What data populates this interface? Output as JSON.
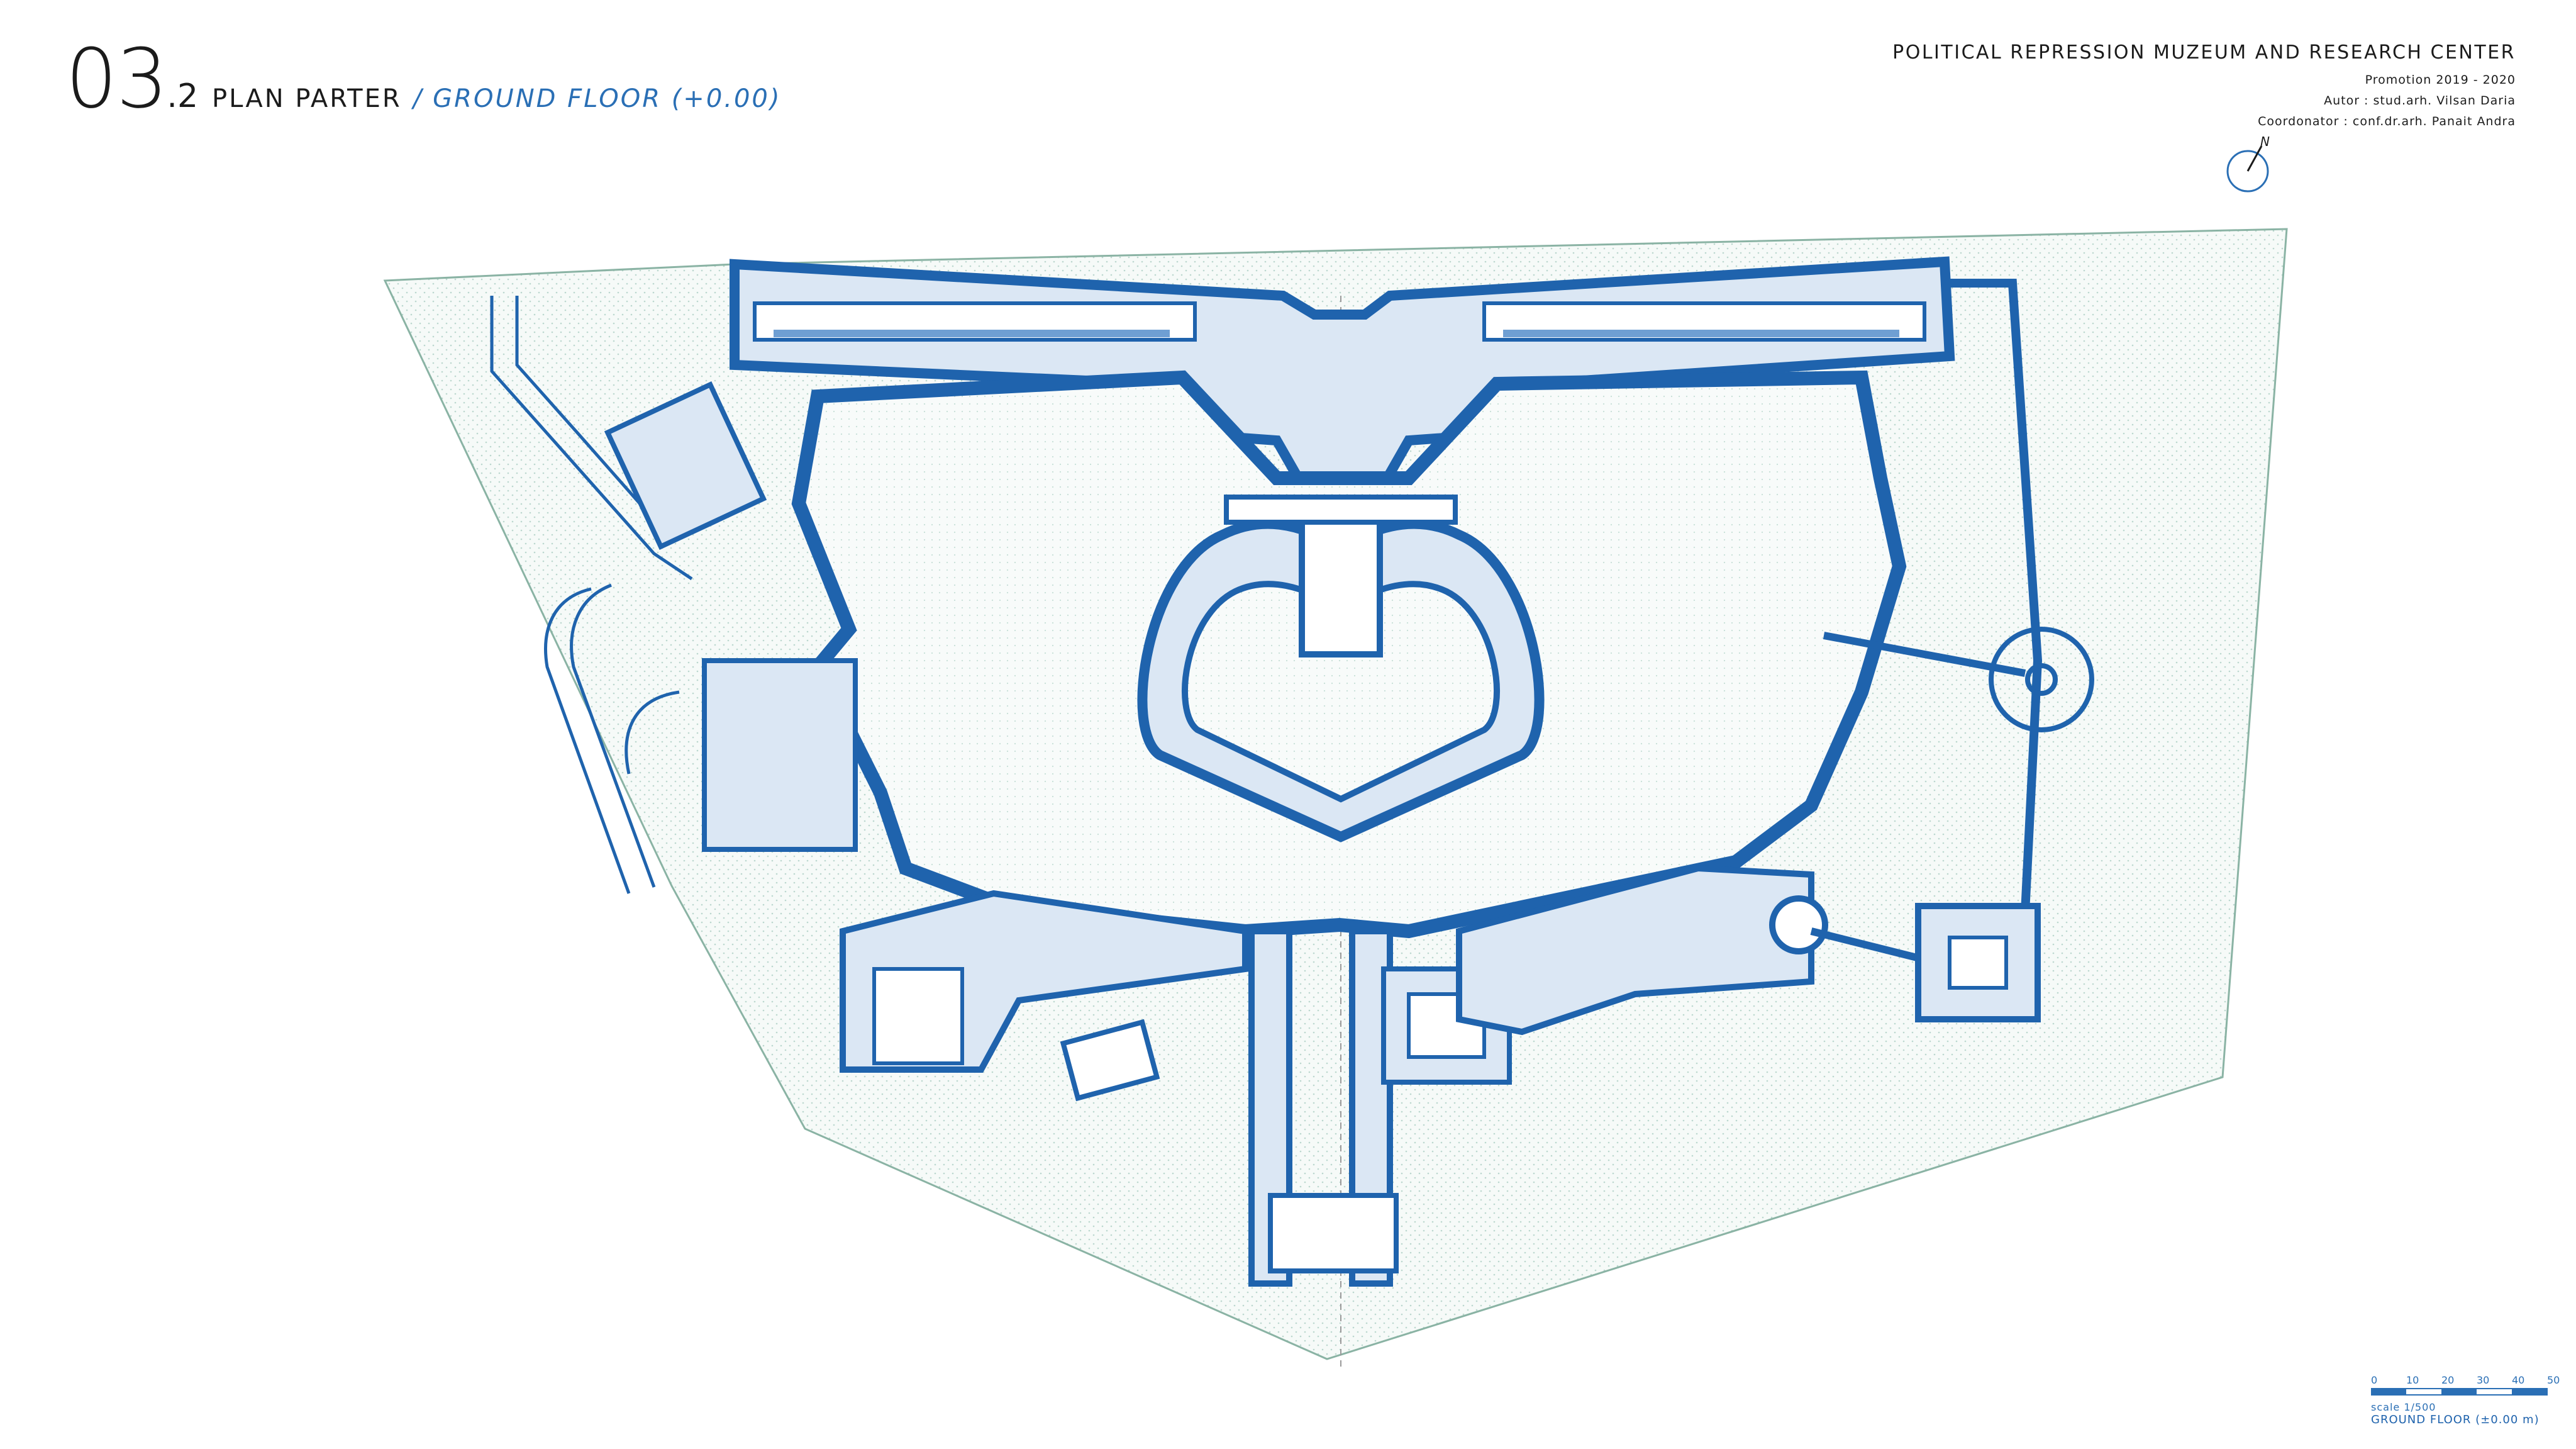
{
  "sheet": {
    "number": "03",
    "sub_number": ".2",
    "name": "PLAN PARTER",
    "separator": "/",
    "name_en": "GROUND FLOOR (+0.00)"
  },
  "project": {
    "title": "POLITICAL REPRESSION MUZEUM AND RESEARCH CENTER",
    "promotion": "Promotion 2019 - 2020",
    "author": "Autor : stud.arh. Vilsan Daria",
    "coordinator": "Coordonator : conf.dr.arh. Panait Andra"
  },
  "north_arrow": {
    "label": "N"
  },
  "scale_bar": {
    "ticks": [
      "0",
      "10",
      "20",
      "30",
      "40",
      "50"
    ],
    "note": "scale 1/500",
    "caption": "GROUND FLOOR (±0.00 m)"
  },
  "colors": {
    "wall": "#1f63ad",
    "wall_light": "#6f9fd3",
    "site_hatch": "#bcd8cf",
    "text": "#1b1b1b",
    "accent": "#2a6fb5"
  }
}
